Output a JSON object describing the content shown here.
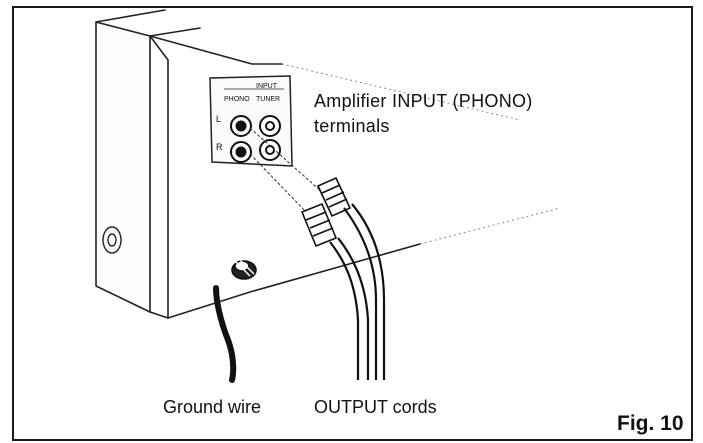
{
  "labels": {
    "amplifier_line1": "Amplifier INPUT (PHONO)",
    "amplifier_line2": "terminals",
    "ground_wire": "Ground wire",
    "output_cords": "OUTPUT cords",
    "figure_number": "Fig. 10"
  },
  "panel_markings": {
    "input": "INPUT",
    "phono": "PHONO",
    "tuner": "TUNER",
    "left": "L",
    "right": "R"
  }
}
